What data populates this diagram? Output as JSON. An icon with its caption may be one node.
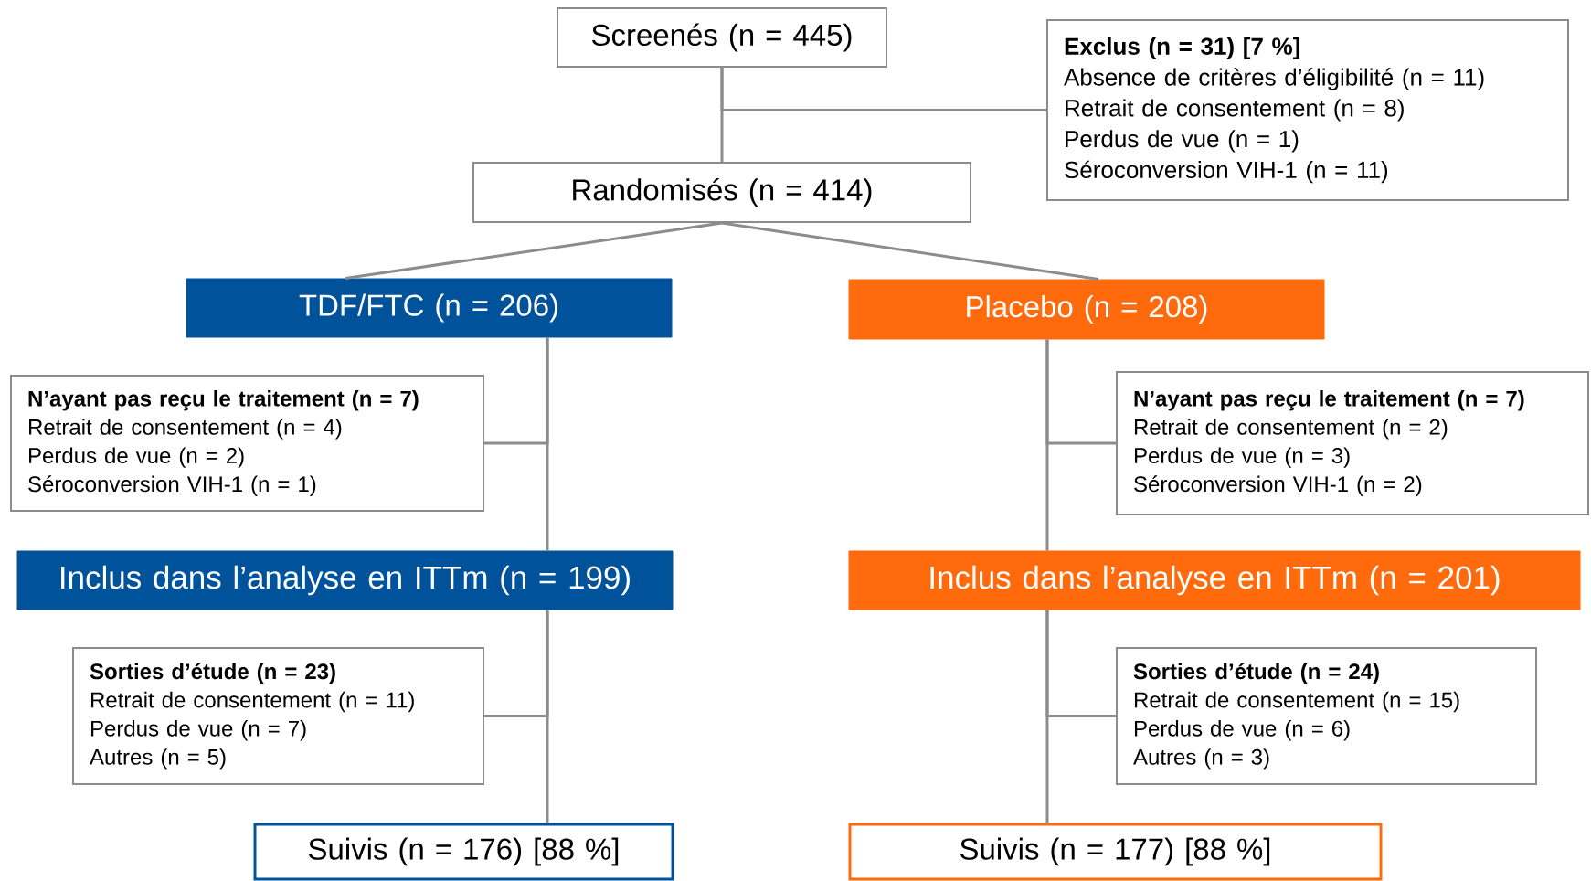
{
  "diagram": {
    "nodes": [
      {
        "text": [
          "Screenés (n = 445)"
        ]
      },
      {
        "text": [
          "Exclus (n = 31) [7 %]",
          "Absence de critères d’éligibilité (n = 11)",
          "Retrait de consentement (n = 8)",
          "Perdus de vue (n = 1)",
          "Séroconversion VIH-1 (n = 11)"
        ]
      },
      {
        "text": [
          "Randomisés (n = 414)"
        ]
      },
      {
        "text": [
          "TDF/FTC (n = 206)"
        ]
      },
      {
        "text": [
          "Placebo (n = 208)"
        ]
      },
      {
        "text": [
          "N’ayant pas reçu le traitement (n = 7)",
          "Retrait de consentement (n = 4)",
          "Perdus de vue (n = 2)",
          "Séroconversion VIH-1 (n = 1)"
        ]
      },
      {
        "text": [
          "N’ayant pas reçu le traitement (n = 7)",
          "Retrait de consentement (n = 2)",
          "Perdus de vue (n = 3)",
          "Séroconversion VIH-1 (n = 2)"
        ]
      },
      {
        "text": [
          "Inclus dans l’analyse en ITTm (n = 199)"
        ]
      },
      {
        "text": [
          "Inclus dans l’analyse en ITTm (n = 201)"
        ]
      },
      {
        "text": [
          "Sorties d’étude (n = 23)",
          "Retrait de consentement (n = 11)",
          "Perdus de vue (n = 7)",
          "Autres (n = 5)"
        ]
      },
      {
        "text": [
          "Sorties d’étude (n = 24)",
          "Retrait de consentement (n = 15)",
          "Perdus de vue (n = 6)",
          "Autres (n = 3)"
        ]
      },
      {
        "text": [
          "Suivis (n = 176) [88 %]"
        ]
      },
      {
        "text": [
          "Suivis (n = 177) [88 %]"
        ]
      }
    ],
    "edges": [
      {
        "from": 0,
        "to": 1,
        "arrow": "none"
      },
      {
        "from": 0,
        "to": 2,
        "arrow": "none"
      },
      {
        "from": 2,
        "to": 3,
        "arrow": "none"
      },
      {
        "from": 2,
        "to": 4,
        "arrow": "none"
      },
      {
        "from": 3,
        "to": 5,
        "arrow": "none"
      },
      {
        "from": 3,
        "to": 7,
        "arrow": "none"
      },
      {
        "from": 4,
        "to": 6,
        "arrow": "none"
      },
      {
        "from": 4,
        "to": 8,
        "arrow": "none"
      },
      {
        "from": 7,
        "to": 9,
        "arrow": "none"
      },
      {
        "from": 7,
        "to": 11,
        "arrow": "none"
      },
      {
        "from": 8,
        "to": 10,
        "arrow": "none"
      },
      {
        "from": 8,
        "to": 12,
        "arrow": "none"
      }
    ]
  }
}
